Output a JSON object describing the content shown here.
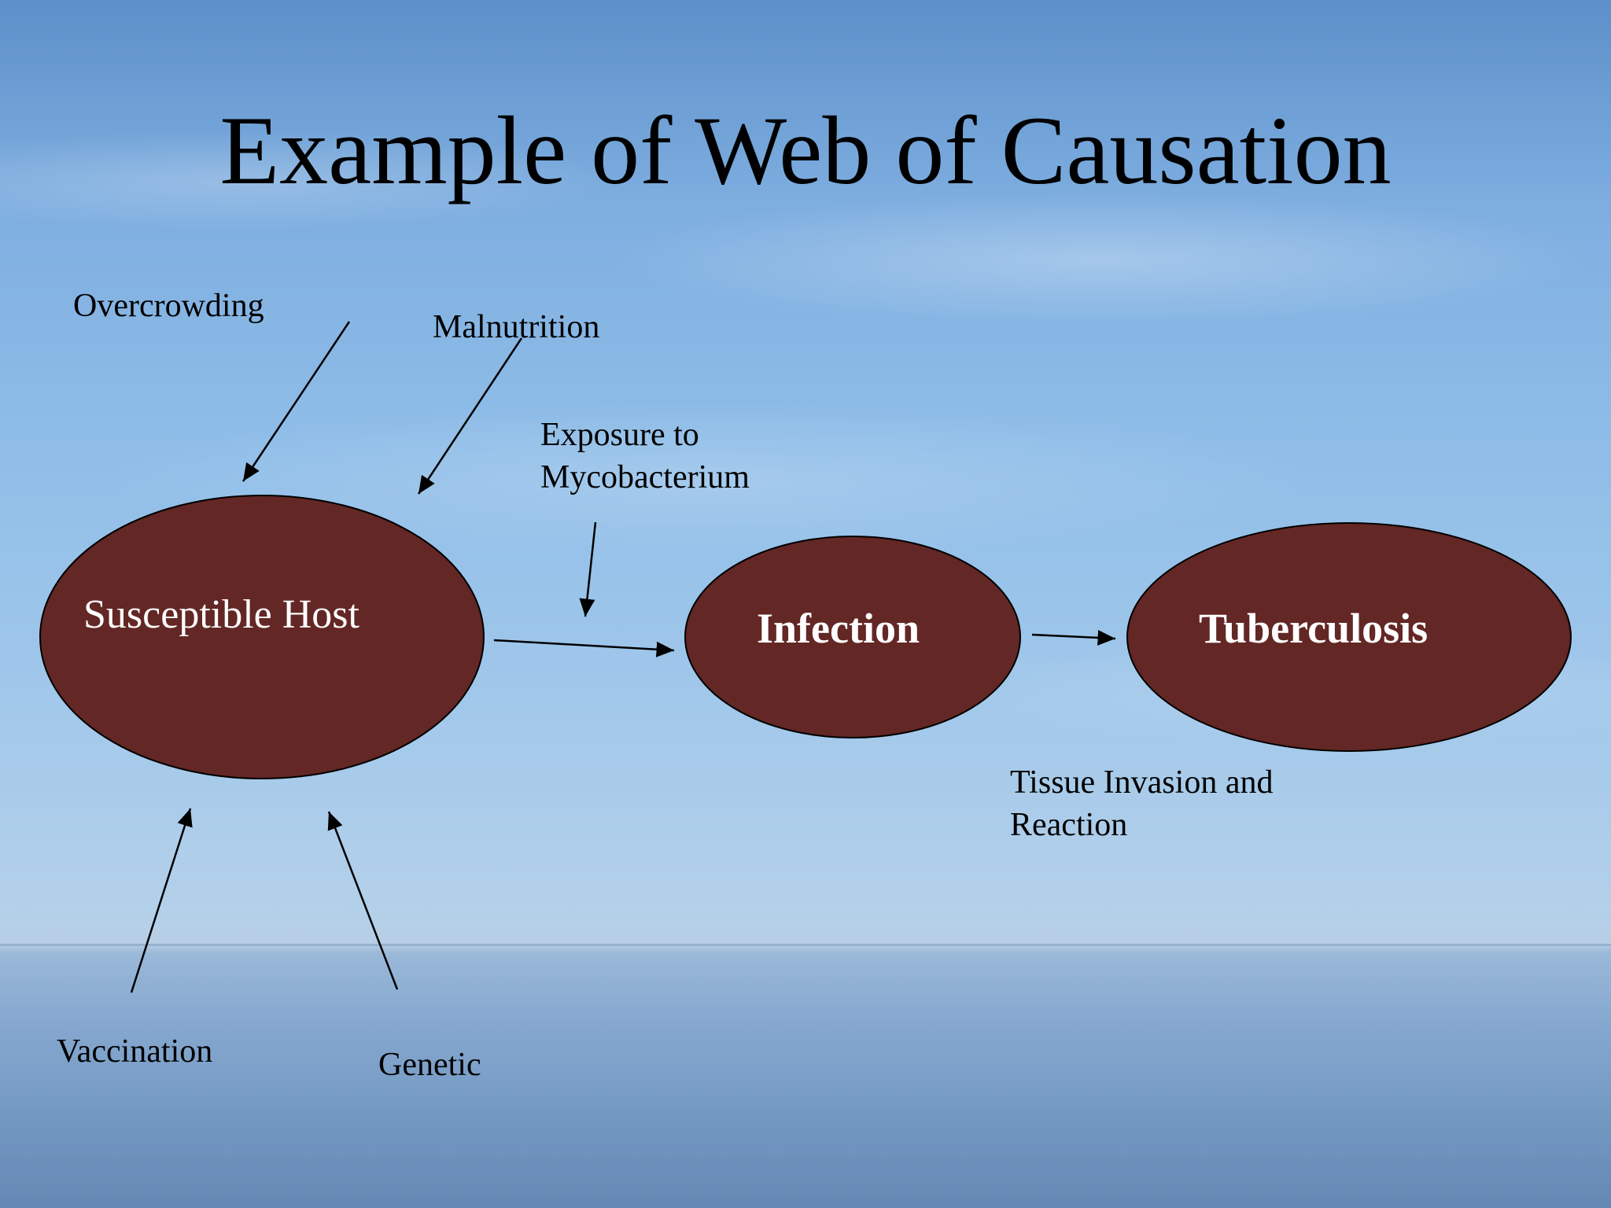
{
  "slide": {
    "title": "Example of Web of Causation"
  },
  "colors": {
    "node_fill": "#632725",
    "node_text": "#ffffff",
    "arrow": "#000000"
  },
  "nodes": {
    "host": "Susceptible Host",
    "infection": "Infection",
    "tuberculosis": "Tuberculosis"
  },
  "factors": {
    "overcrowding": "Overcrowding",
    "malnutrition": "Malnutrition",
    "exposure_line1": "Exposure to",
    "exposure_line2": "Mycobacterium",
    "vaccination": "Vaccination",
    "genetic": "Genetic",
    "tissue_line1": "Tissue Invasion and",
    "tissue_line2": "Reaction"
  }
}
